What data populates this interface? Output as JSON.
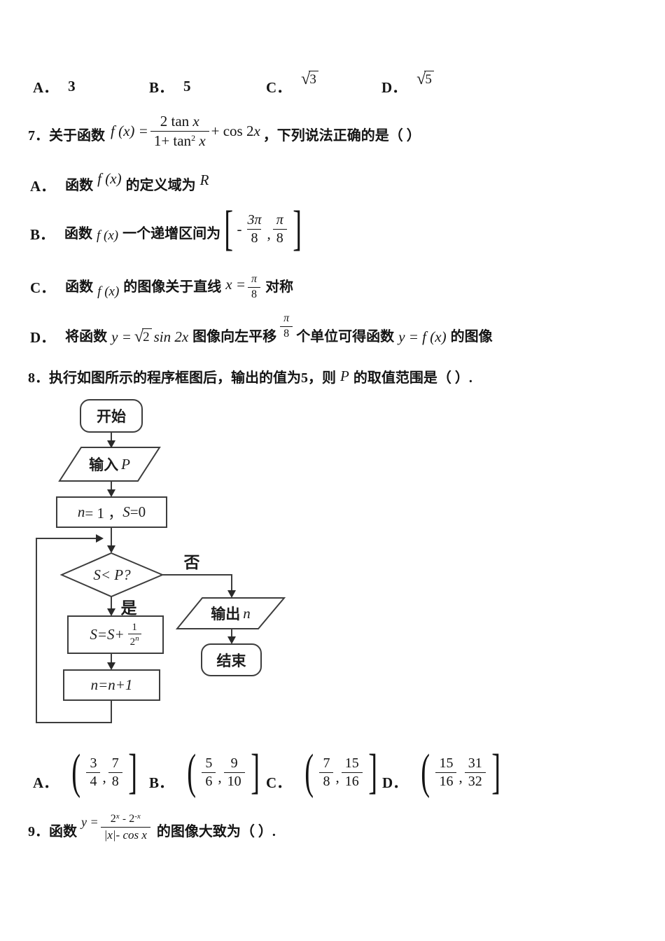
{
  "prev_options": {
    "a_label": "A．",
    "a_value": "3",
    "b_label": "B．",
    "b_value": "5",
    "c_label": "C．",
    "c_radical": "√",
    "c_radicand": "3",
    "d_label": "D．",
    "d_radical": "√",
    "d_radicand": "5"
  },
  "q7": {
    "number": "7．",
    "lead": "关于函数",
    "formula": {
      "lhs": "f (x) =",
      "num_pre": "2 tan",
      "num_x": "x",
      "den_pre": "1+ tan",
      "den_sup": "2",
      "den_x": "x",
      "tail_pre": "+ cos 2",
      "tail_x": "x"
    },
    "after": "，下列说法正确的是（  ）",
    "opt_a": {
      "label": "A．",
      "t1": "函数",
      "m1": "f (x)",
      "t2": "的定义域为",
      "m2": "R"
    },
    "opt_b": {
      "label": "B．",
      "t1": "函数",
      "m1": "f (x)",
      "t2": "一个递增区间为",
      "lbr": "[",
      "minus": "-",
      "f1n": "3π",
      "f1d": "8",
      "comma": ",",
      "f2n": "π",
      "f2d": "8",
      "rbr": "]"
    },
    "opt_c": {
      "label": "C．",
      "t1": "函数",
      "m1": "f (x)",
      "t2": "的图像关于直线",
      "m2": "x =",
      "fn": "π",
      "fd": "8",
      "t3": "对称"
    },
    "opt_d": {
      "label": "D．",
      "t1": "将函数",
      "m1": "y =",
      "rad": "√",
      "radicand": "2",
      "m2": "sin 2x",
      "t2": "图像向左平移",
      "fn": "π",
      "fd": "8",
      "t3": "个单位可得函数",
      "m3": "y = f (x)",
      "t4": "的图像"
    }
  },
  "q8": {
    "number": "8．",
    "stem1": "执行如图所示的程序框图后，输出的值为5，则",
    "var": "P",
    "stem2": "的取值范围是（  ）.",
    "flowchart": {
      "start": "开始",
      "input_text": "输入",
      "input_var": "P",
      "init_n": "n",
      "init_mid": "= 1 ，",
      "init_s": "S",
      "init_end": "=0",
      "cond": "S< P?",
      "no": "否",
      "yes": "是",
      "add_pre": "S=S+",
      "add_num": "1",
      "add_den": "2",
      "add_exp": "n",
      "inc": "n=n+1",
      "output_text": "输出",
      "output_var": "n",
      "end": "结束"
    },
    "opt_a": {
      "label": "A．",
      "lp": "(",
      "f1n": "3",
      "f1d": "4",
      "comma": ",",
      "f2n": "7",
      "f2d": "8",
      "rb": "]"
    },
    "opt_b": {
      "label": "B．",
      "lp": "(",
      "f1n": "5",
      "f1d": "6",
      "comma": ",",
      "f2n": "9",
      "f2d": "10",
      "rb": "]"
    },
    "opt_c": {
      "label": "C．",
      "lp": "(",
      "f1n": "7",
      "f1d": "8",
      "comma": ",",
      "f2n": "15",
      "f2d": "16",
      "rb": "]"
    },
    "opt_d": {
      "label": "D．",
      "lp": "(",
      "f1n": "15",
      "f1d": "16",
      "comma": ",",
      "f2n": "31",
      "f2d": "32",
      "rb": "]"
    }
  },
  "q9": {
    "number": "9．",
    "lead": "函数",
    "formula": {
      "lhs": "y =",
      "num_b1": "2",
      "num_e1": "x",
      "num_minus": "-",
      "num_b2": "2",
      "num_e2": "-x",
      "den": "|x|- cos x"
    },
    "after": "的图像大致为（  ）."
  }
}
